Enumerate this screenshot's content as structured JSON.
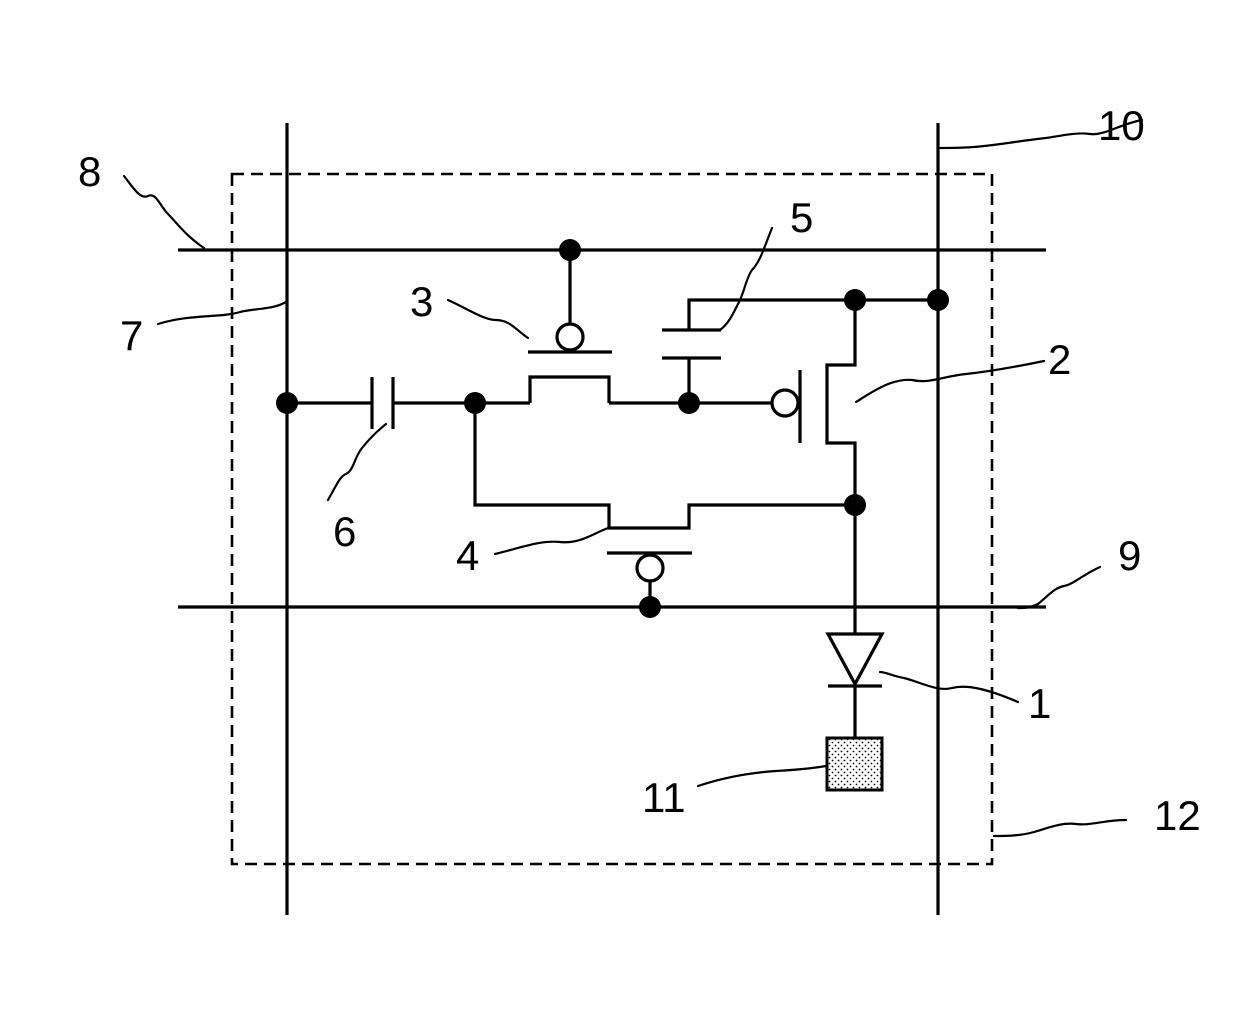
{
  "references": {
    "r1": "1",
    "r2": "2",
    "r3": "3",
    "r4": "4",
    "r5": "5",
    "r6": "6",
    "r7": "7",
    "r8": "8",
    "r9": "9",
    "r10": "10",
    "r11": "11",
    "r12": "12"
  },
  "elements": {
    "light_emitting_diode": "1",
    "drive_transistor": "2",
    "switch_transistor_top": "3",
    "switch_transistor_bottom": "4",
    "storage_capacitor": "5",
    "coupling_capacitor": "6",
    "signal_line": "7",
    "scan_line_top": "8",
    "scan_line_bottom": "9",
    "power_line": "10",
    "electrode_pad": "11",
    "pixel_boundary": "12"
  }
}
